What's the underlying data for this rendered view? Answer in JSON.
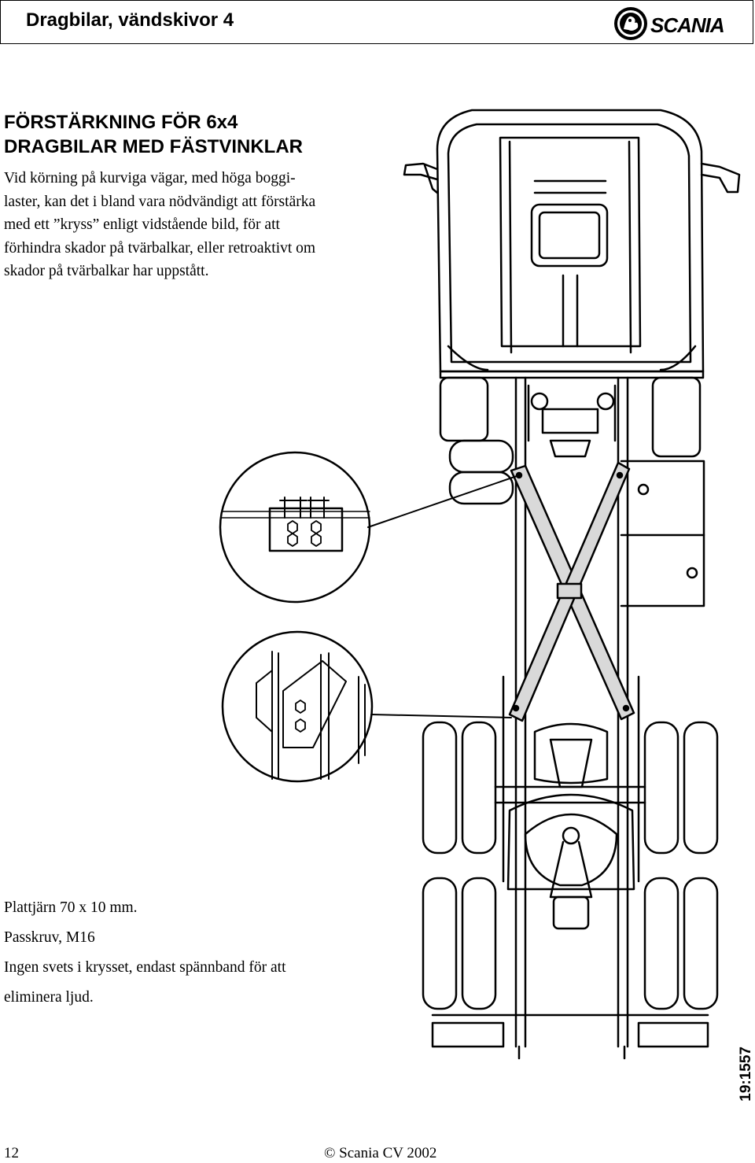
{
  "header": {
    "title": "Dragbilar, vändskivor 4",
    "logo_text": "SCANIA"
  },
  "section": {
    "heading_line1": "FÖRSTÄRKNING FÖR 6x4",
    "heading_line2": "DRAGBILAR MED FÄSTVINKLAR",
    "body_lines": [
      "Vid körning på kurviga vägar, med höga boggi-",
      "laster, kan det i bland vara nödvändigt att förstärka",
      "med ett ”kryss” enligt vidstående bild, för att",
      "förhindra skador på tvärbalkar, eller retroaktivt om",
      "skador på tvärbalkar har uppstått."
    ]
  },
  "figure": {
    "captions": [
      "Plattjärn 70 x 10 mm.",
      "Passkruv, M16",
      "Ingen svets i krysset, endast spännband för att",
      "eliminera ljud."
    ],
    "figure_id": "19:1557",
    "colors": {
      "strap_fill": "#d9d9d9",
      "line": "#000000"
    }
  },
  "footer": {
    "page_number": "12",
    "copyright": "© Scania CV 2002"
  }
}
